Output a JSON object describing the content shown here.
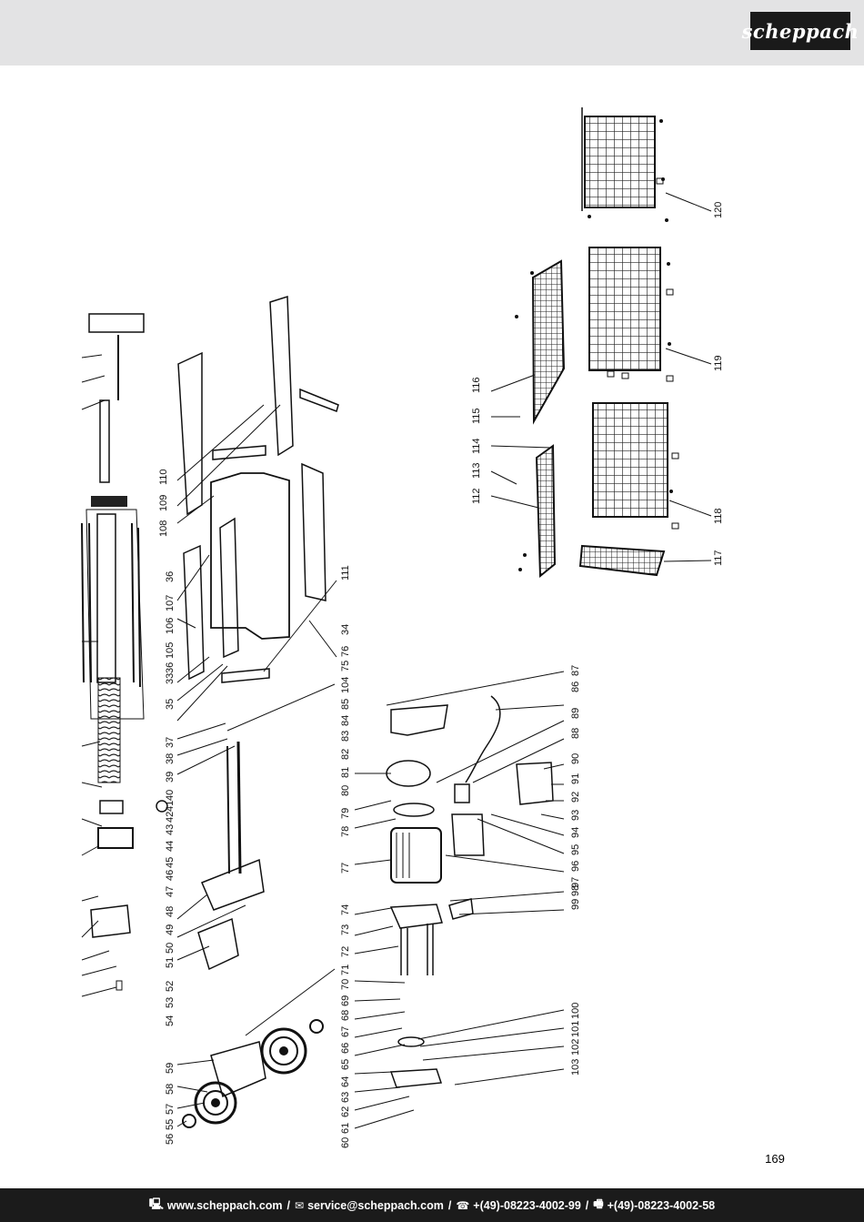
{
  "header": {
    "brand": "scheppach"
  },
  "page_number": "169",
  "footer": {
    "website": "www.scheppach.com",
    "email": "service@scheppach.com",
    "phone": "+(49)-08223-4002-99",
    "fax": "+(49)-08223-4002-58",
    "separator": "/",
    "icons": [
      "computer-icon",
      "mail-icon",
      "phone-icon",
      "fax-icon"
    ]
  },
  "callouts": [
    "120",
    "119",
    "118",
    "117",
    "116",
    "115",
    "114",
    "113",
    "112",
    "111",
    "110",
    "109",
    "108",
    "36",
    "107",
    "106",
    "105",
    "33",
    "34",
    "75",
    "76",
    "104",
    "85",
    "86",
    "87",
    "84",
    "83",
    "82",
    "81",
    "80",
    "79",
    "78",
    "77",
    "89",
    "88",
    "90",
    "91",
    "92",
    "93",
    "94",
    "95",
    "96",
    "97",
    "98",
    "99",
    "74",
    "73",
    "72",
    "71",
    "70",
    "69",
    "68",
    "67",
    "66",
    "65",
    "64",
    "63",
    "62",
    "61",
    "60",
    "100",
    "101",
    "102",
    "103",
    "35",
    "36",
    "37",
    "38",
    "39",
    "40",
    "41",
    "42",
    "43",
    "44",
    "45",
    "46",
    "47",
    "48",
    "49",
    "50",
    "51",
    "52",
    "53",
    "54",
    "55",
    "56",
    "57",
    "58",
    "59"
  ]
}
